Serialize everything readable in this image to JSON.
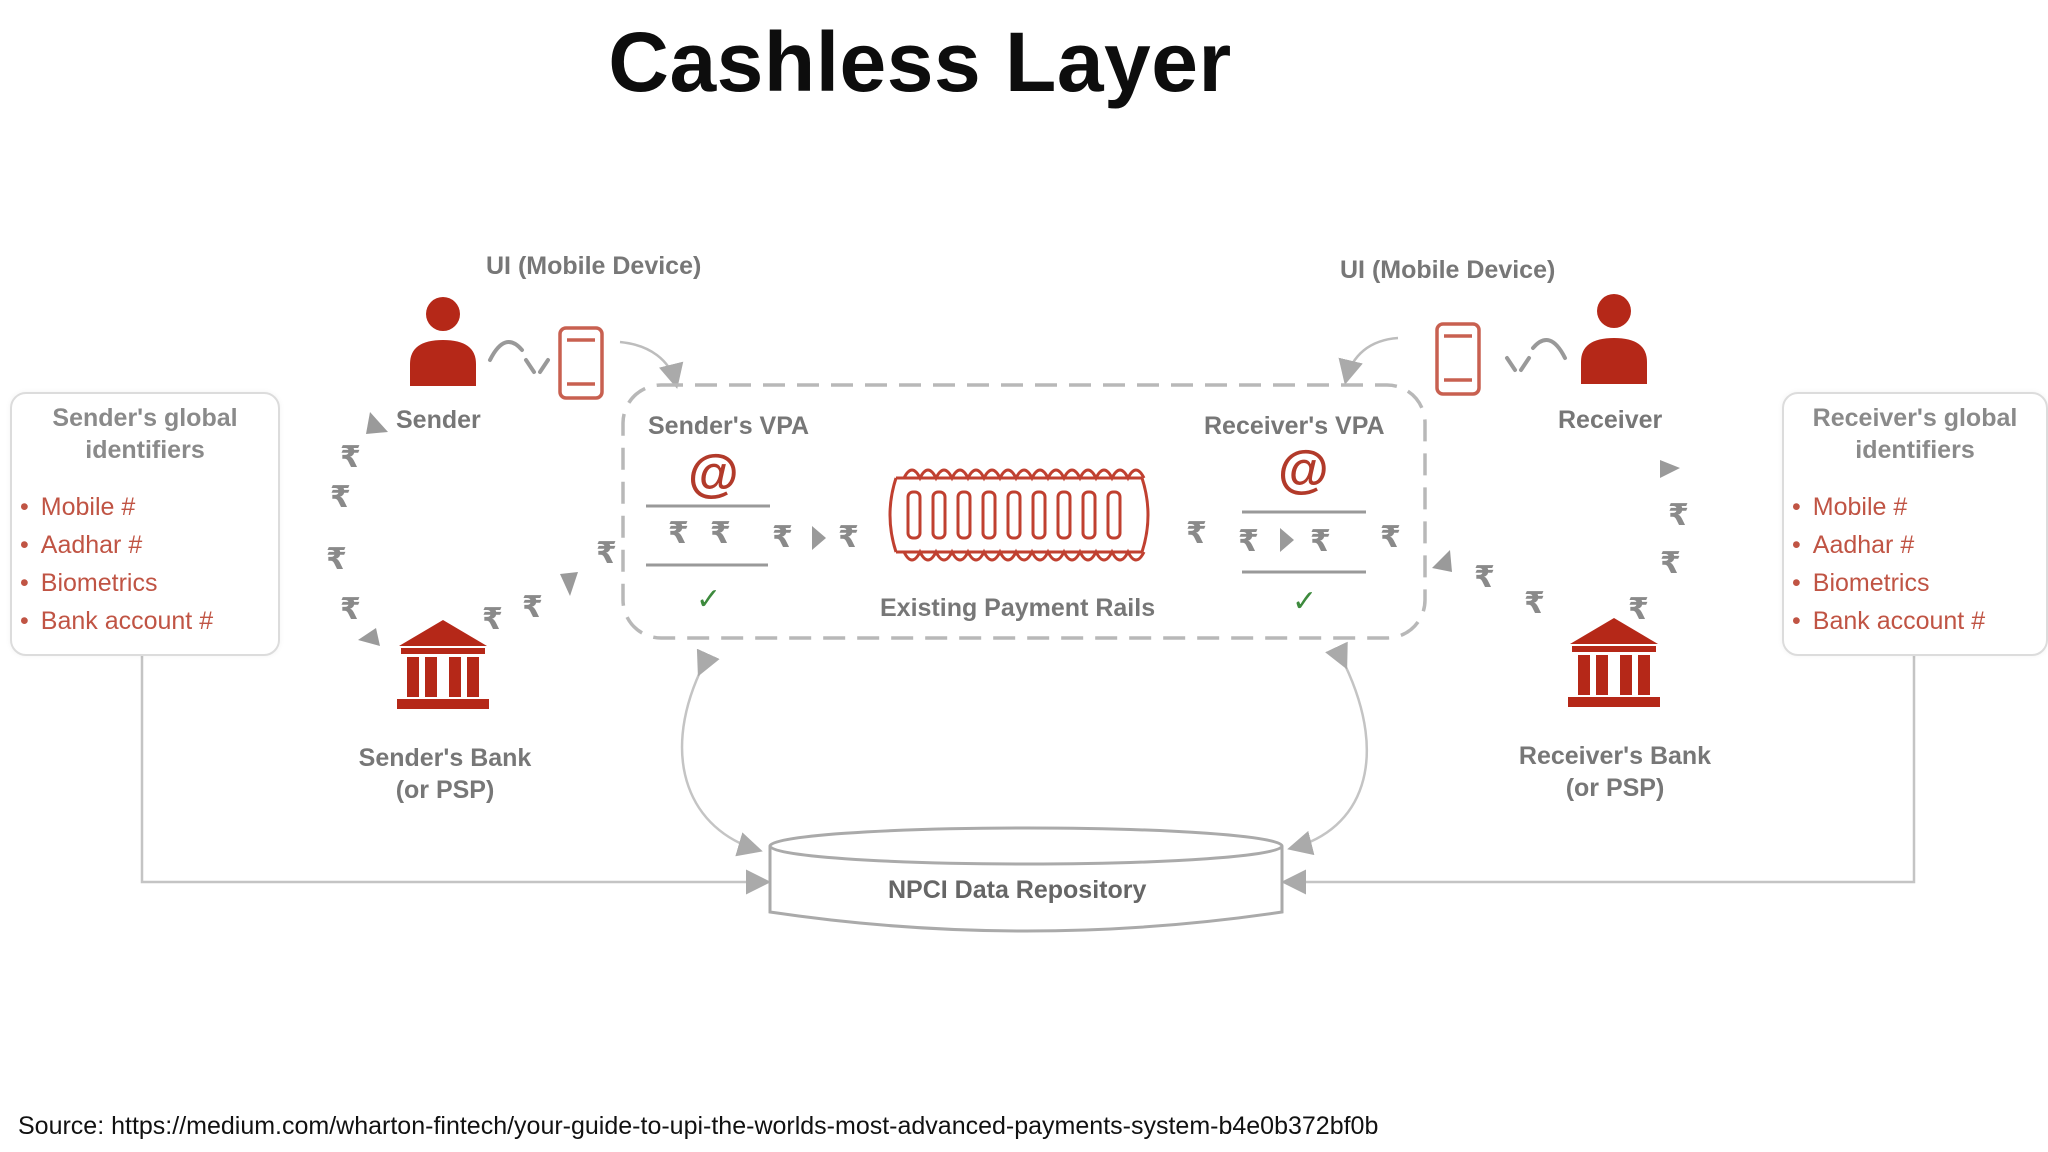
{
  "title": "Cashless Layer",
  "source": "Source: https://medium.com/wharton-fintech/your-guide-to-upi-the-worlds-most-advanced-payments-system-b4e0b372bf0b",
  "sender_ui_label": "UI (Mobile Device)",
  "receiver_ui_label": "UI (Mobile Device)",
  "sender_label": "Sender",
  "receiver_label": "Receiver",
  "sender_vpa_label": "Sender's VPA",
  "receiver_vpa_label": "Receiver's VPA",
  "at_symbol": "@",
  "check_mark": "✓",
  "rails_label": "Existing Payment Rails",
  "sender_bank_label": "Sender's Bank (or PSP)",
  "receiver_bank_label": "Receiver's Bank (or PSP)",
  "repository_label": "NPCI Data Repository",
  "sender_identifiers": {
    "title": "Sender's global identifiers",
    "items": [
      "Mobile #",
      "Aadhar #",
      "Biometrics",
      "Bank account #"
    ]
  },
  "receiver_identifiers": {
    "title": "Receiver's global identifiers",
    "items": [
      "Mobile #",
      "Aadhar #",
      "Biometrics",
      "Bank account #"
    ]
  },
  "colors": {
    "accent": "#b23a2a",
    "check": "#3d8a3d",
    "line": "#bdbdbd",
    "text_gray": "#777777"
  }
}
